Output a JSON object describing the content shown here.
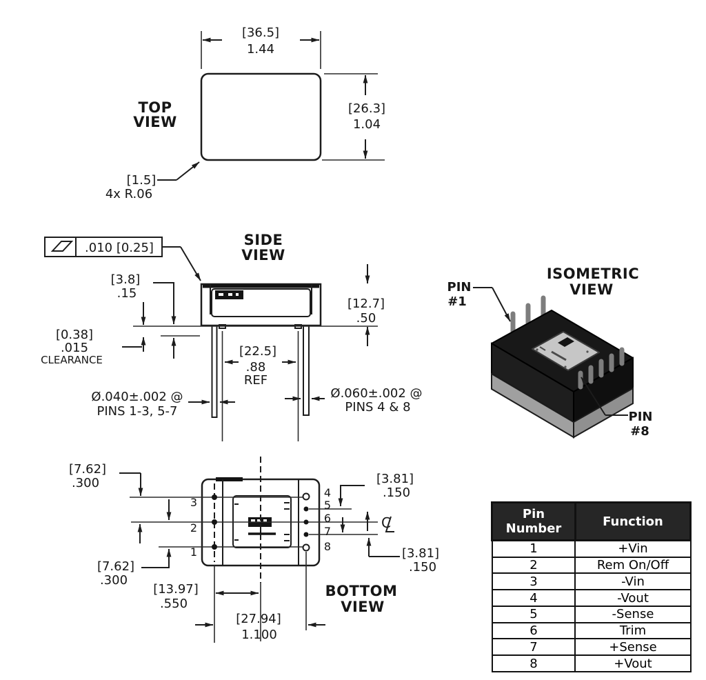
{
  "top_view": {
    "title1": "TOP",
    "title2": "VIEW",
    "width_mm": "[36.5]",
    "width_in": "1.44",
    "height_mm": "[26.3]",
    "height_in": "1.04",
    "corner_mm": "[1.5]",
    "corner_in": "4x R.06"
  },
  "side_view": {
    "title1": "SIDE",
    "title2": "VIEW",
    "flatness": ".010 [0.25]",
    "height_mm": "[12.7]",
    "height_in": ".50",
    "standoff_mm": "[3.8]",
    "standoff_in": ".15",
    "clearance_mm": "[0.38]",
    "clearance_in": ".015",
    "clearance_label": "CLEARANCE",
    "pin_span_mm": "[22.5]",
    "pin_span_in": ".88",
    "pin_span_ref": "REF",
    "small_pin_dia": "Ø.040±.002 @",
    "small_pin_pins": "PINS 1-3, 5-7",
    "large_pin_dia": "Ø.060±.002 @",
    "large_pin_pins": "PINS 4 & 8"
  },
  "iso_view": {
    "title1": "ISOMETRIC",
    "title2": "VIEW",
    "pin1_line1": "PIN",
    "pin1_line2": "#1",
    "pin8_line1": "PIN",
    "pin8_line2": "#8"
  },
  "bottom_view": {
    "title1": "BOTTOM",
    "title2": "VIEW",
    "row_pitch_top_mm": "[7.62]",
    "row_pitch_top_in": ".300",
    "row_pitch_bottom_mm": "[7.62]",
    "row_pitch_bottom_in": ".300",
    "right_pitch_top_mm": "[3.81]",
    "right_pitch_top_in": ".150",
    "right_pitch_bottom_mm": "[3.81]",
    "right_pitch_bottom_in": ".150",
    "half_span_mm": "[13.97]",
    "half_span_in": ".550",
    "full_span_mm": "[27.94]",
    "full_span_in": "1.100",
    "pins_left": [
      "3",
      "2",
      "1"
    ],
    "pins_right": [
      "4",
      "5",
      "6",
      "7",
      "8"
    ],
    "centerline": "C"
  },
  "pin_table": {
    "headers": [
      "Pin Number",
      "Function"
    ],
    "rows": [
      {
        "pin": "1",
        "function": "+Vin"
      },
      {
        "pin": "2",
        "function": "Rem On/Off"
      },
      {
        "pin": "3",
        "function": "-Vin"
      },
      {
        "pin": "4",
        "function": "-Vout"
      },
      {
        "pin": "5",
        "function": "-Sense"
      },
      {
        "pin": "6",
        "function": "Trim"
      },
      {
        "pin": "7",
        "function": "+Sense"
      },
      {
        "pin": "8",
        "function": "+Vout"
      }
    ]
  },
  "colors": {
    "line": "#1c1c1c",
    "table_header_bg": "#262626",
    "table_header_text": "#ffffff",
    "iso_body": "#181818",
    "iso_base": "#a0a0a0",
    "iso_plate": "#c6c6c6"
  }
}
